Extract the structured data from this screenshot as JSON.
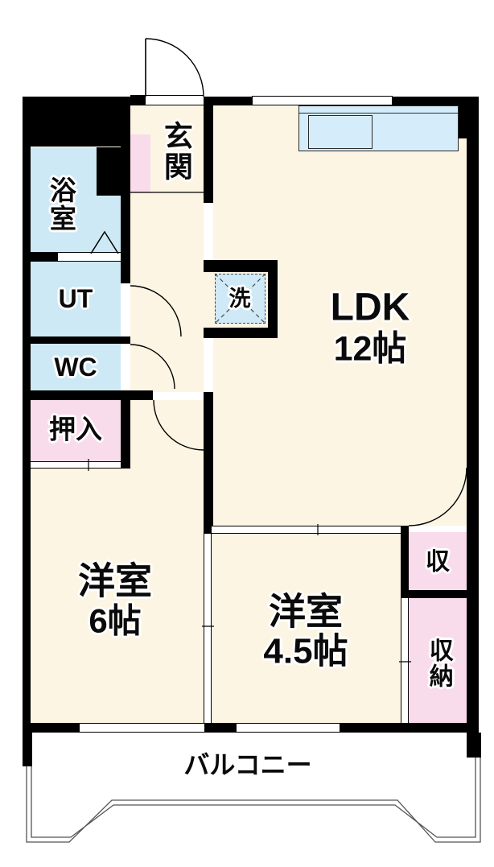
{
  "rooms": {
    "genkan": {
      "label": "玄関"
    },
    "bathroom": {
      "label": "浴室"
    },
    "utility": {
      "label": "UT"
    },
    "toilet": {
      "label": "WC"
    },
    "oshiire": {
      "label": "押入"
    },
    "washer": {
      "label": "洗"
    },
    "ldk": {
      "label": "LDK",
      "size": "12帖"
    },
    "western6": {
      "label": "洋室",
      "size": "6帖"
    },
    "western45": {
      "label": "洋室",
      "size": "4.5帖"
    },
    "storage_upper": {
      "label": "収"
    },
    "storage_lower": {
      "label": "収納"
    },
    "balcony": {
      "label": "バルコニー"
    }
  },
  "colors": {
    "floor_cream": "#fcf5e3",
    "wet_room_blue": "#cde9f6",
    "storage_pink": "#f9dcec",
    "kitchen_counter_blue": "#d5edfb",
    "washer_blue": "#cfe9f7",
    "wall_black": "#000000",
    "background_white": "#ffffff"
  }
}
